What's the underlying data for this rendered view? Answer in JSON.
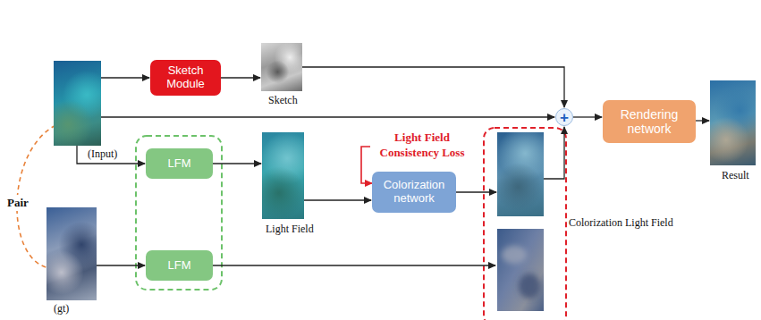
{
  "diagram": {
    "nodes": [
      {
        "text": [
          "(Input)"
        ]
      },
      {
        "text": [
          "Sketch Module"
        ]
      },
      {
        "text": [
          "Sketch"
        ]
      },
      {
        "text": [
          "+"
        ]
      },
      {
        "text": [
          "Rendering network"
        ]
      },
      {
        "text": [
          "Result"
        ]
      },
      {
        "text": [
          "LFM"
        ]
      },
      {
        "text": [
          "Light Field"
        ]
      },
      {
        "text": [
          "Colorization network"
        ]
      },
      {
        "text": [
          "Colorization Light Field"
        ]
      },
      {
        "text": [
          "(gt)"
        ]
      },
      {
        "text": [
          "LFM"
        ]
      }
    ],
    "edges": [
      {
        "from": 0,
        "to": 1,
        "arrow": "to"
      },
      {
        "from": 1,
        "to": 2,
        "arrow": "to"
      },
      {
        "from": 2,
        "to": 3,
        "arrow": "to"
      },
      {
        "from": 0,
        "to": 3,
        "arrow": "to"
      },
      {
        "from": 3,
        "to": 4,
        "arrow": "to"
      },
      {
        "from": 4,
        "to": 5,
        "arrow": "to"
      },
      {
        "from": 0,
        "to": 6,
        "arrow": "to"
      },
      {
        "from": 6,
        "to": 7,
        "arrow": "to"
      },
      {
        "from": 7,
        "to": 8,
        "arrow": "to"
      },
      {
        "from": 8,
        "to": 9,
        "arrow": "to"
      },
      {
        "from": 9,
        "to": 3,
        "arrow": "to"
      },
      {
        "from": 10,
        "to": 11,
        "arrow": "to"
      },
      {
        "from": 0,
        "to": 10,
        "arrow": "none",
        "label": "Pair"
      }
    ],
    "labels": [
      "Light Field Consistency Loss"
    ]
  }
}
